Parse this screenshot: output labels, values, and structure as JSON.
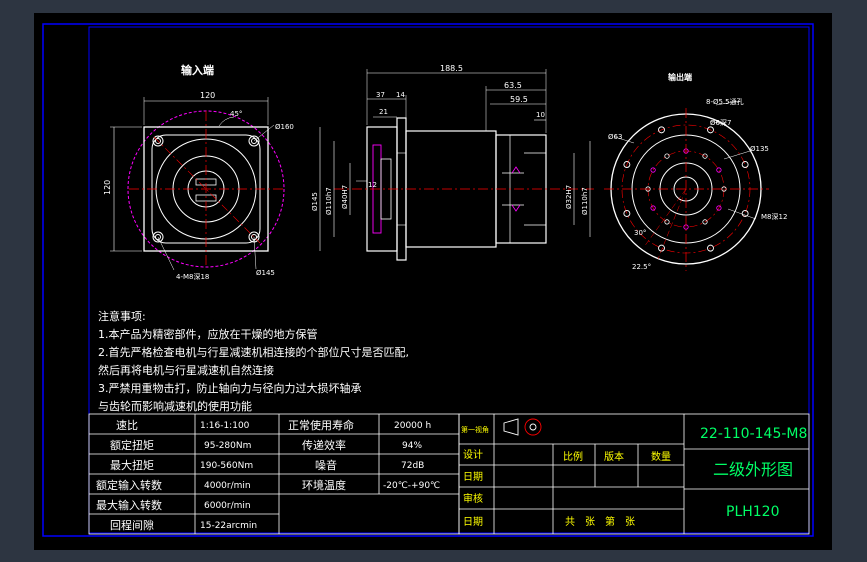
{
  "drawing": {
    "input_end_title": "输入端",
    "output_end_title": "输出端",
    "dimensions": {
      "d_120_top": "120",
      "d_120_side": "120",
      "d_45deg": "45°",
      "d_phi160": "Ø160",
      "d_phi145_front": "Ø145",
      "d_4m8": "4-M8深18",
      "d_188_5": "188.5",
      "d_63_5": "63.5",
      "d_59_5": "59.5",
      "d_37": "37",
      "d_14": "14",
      "d_21": "21",
      "d_10": "10",
      "d_12": "12",
      "d_phi145_side": "Ø145",
      "d_phi110h7": "Ø110h7",
      "d_phi40h7": "Ø40H7",
      "d_phi32h7": "Ø32H7",
      "d_phi110h7_r": "Ø110h7",
      "d_phi63": "Ø63",
      "d_8phi5_5": "8-Ø5.5通孔",
      "d_phi135": "Ø135",
      "d_phi6": "Ø6深7",
      "d_30deg": "30°",
      "d_22_5deg": "22.5°",
      "d_m8": "M8深12"
    },
    "notes": {
      "title": "注意事项:",
      "lines": [
        "1.本产品为精密部件，应放在干燥的地方保管",
        "2.首先严格检查电机与行星减速机相连接的个部位尺寸是否匹配,",
        "然后再将电机与行星减速机自然连接",
        "3.严禁用重物击打，防止轴向力与径向力过大损坏轴承",
        "与齿轮而影响减速机的使用功能"
      ]
    }
  },
  "spec_table": {
    "rows": [
      {
        "label": "速比",
        "value": "1:16-1:100",
        "label2": "正常使用寿命",
        "value2": "20000 h"
      },
      {
        "label": "额定扭矩",
        "value": "95-280Nm",
        "label2": "传递效率",
        "value2": "94%"
      },
      {
        "label": "最大扭矩",
        "value": "190-560Nm",
        "label2": "噪音",
        "value2": "72dB"
      },
      {
        "label": "额定输入转数",
        "value": "4000r/min",
        "label2": "环境温度",
        "value2": "-20℃-+90℃"
      },
      {
        "label": "最大输入转数",
        "value": "6000r/min",
        "label2": "",
        "value2": ""
      },
      {
        "label": "回程间隙",
        "value": "15-22arcmin",
        "label2": "",
        "value2": ""
      }
    ]
  },
  "title_block": {
    "projection": "第一视角",
    "design": "设计",
    "date1": "日期",
    "review": "审核",
    "date2": "日期",
    "scale": "比例",
    "version": "版本",
    "quantity": "数量",
    "sheets": "共　张　第　张",
    "drawing_number": "22-110-145-M8",
    "drawing_name": "二级外形图",
    "model": "PLH120"
  },
  "colors": {
    "frame": "#0000ff",
    "outline": "#ffffff",
    "centerline": "#ff0000",
    "section": "#ff00ff",
    "dimension_text": "#ffffff",
    "title_text": "#ffff00",
    "title_number": "#00ff66"
  }
}
